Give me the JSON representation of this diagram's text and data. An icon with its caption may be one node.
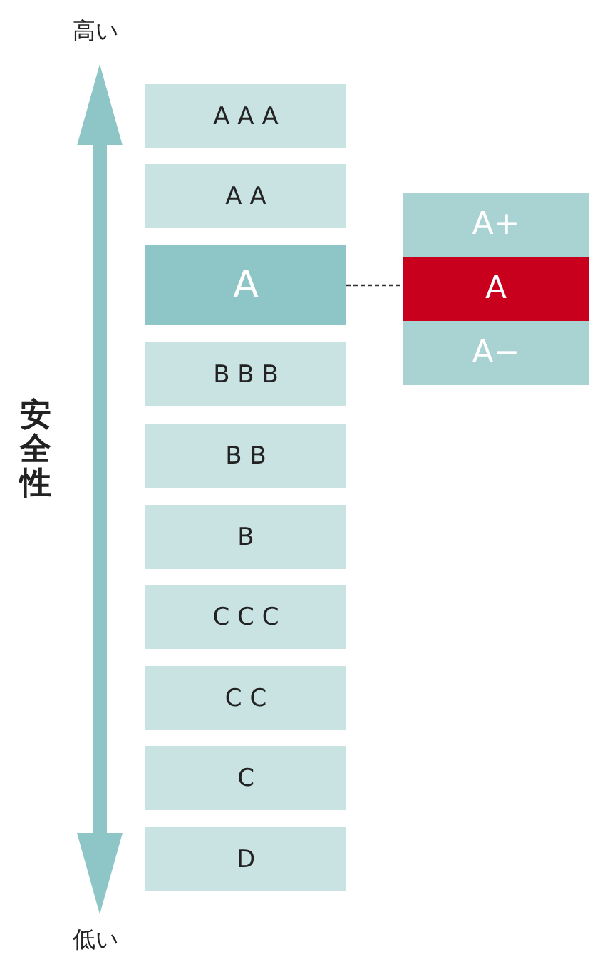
{
  "diagram": {
    "nodes": [
      {
        "text": [
          "A A A"
        ]
      },
      {
        "text": [
          "A A"
        ]
      },
      {
        "text": [
          "A"
        ]
      },
      {
        "text": [
          "B B B"
        ]
      },
      {
        "text": [
          "B B"
        ]
      },
      {
        "text": [
          "B"
        ]
      },
      {
        "text": [
          "C C C"
        ]
      },
      {
        "text": [
          "C C"
        ]
      },
      {
        "text": [
          "C"
        ]
      },
      {
        "text": [
          "D"
        ]
      },
      {
        "text": [
          "A+"
        ]
      },
      {
        "text": [
          "A"
        ]
      },
      {
        "text": [
          "A−"
        ]
      }
    ],
    "edges": [
      {
        "from": 2,
        "to": 11,
        "arrow": "none",
        "style": "dashed"
      }
    ],
    "labels": [
      "高い",
      "安全性",
      "低い"
    ]
  }
}
